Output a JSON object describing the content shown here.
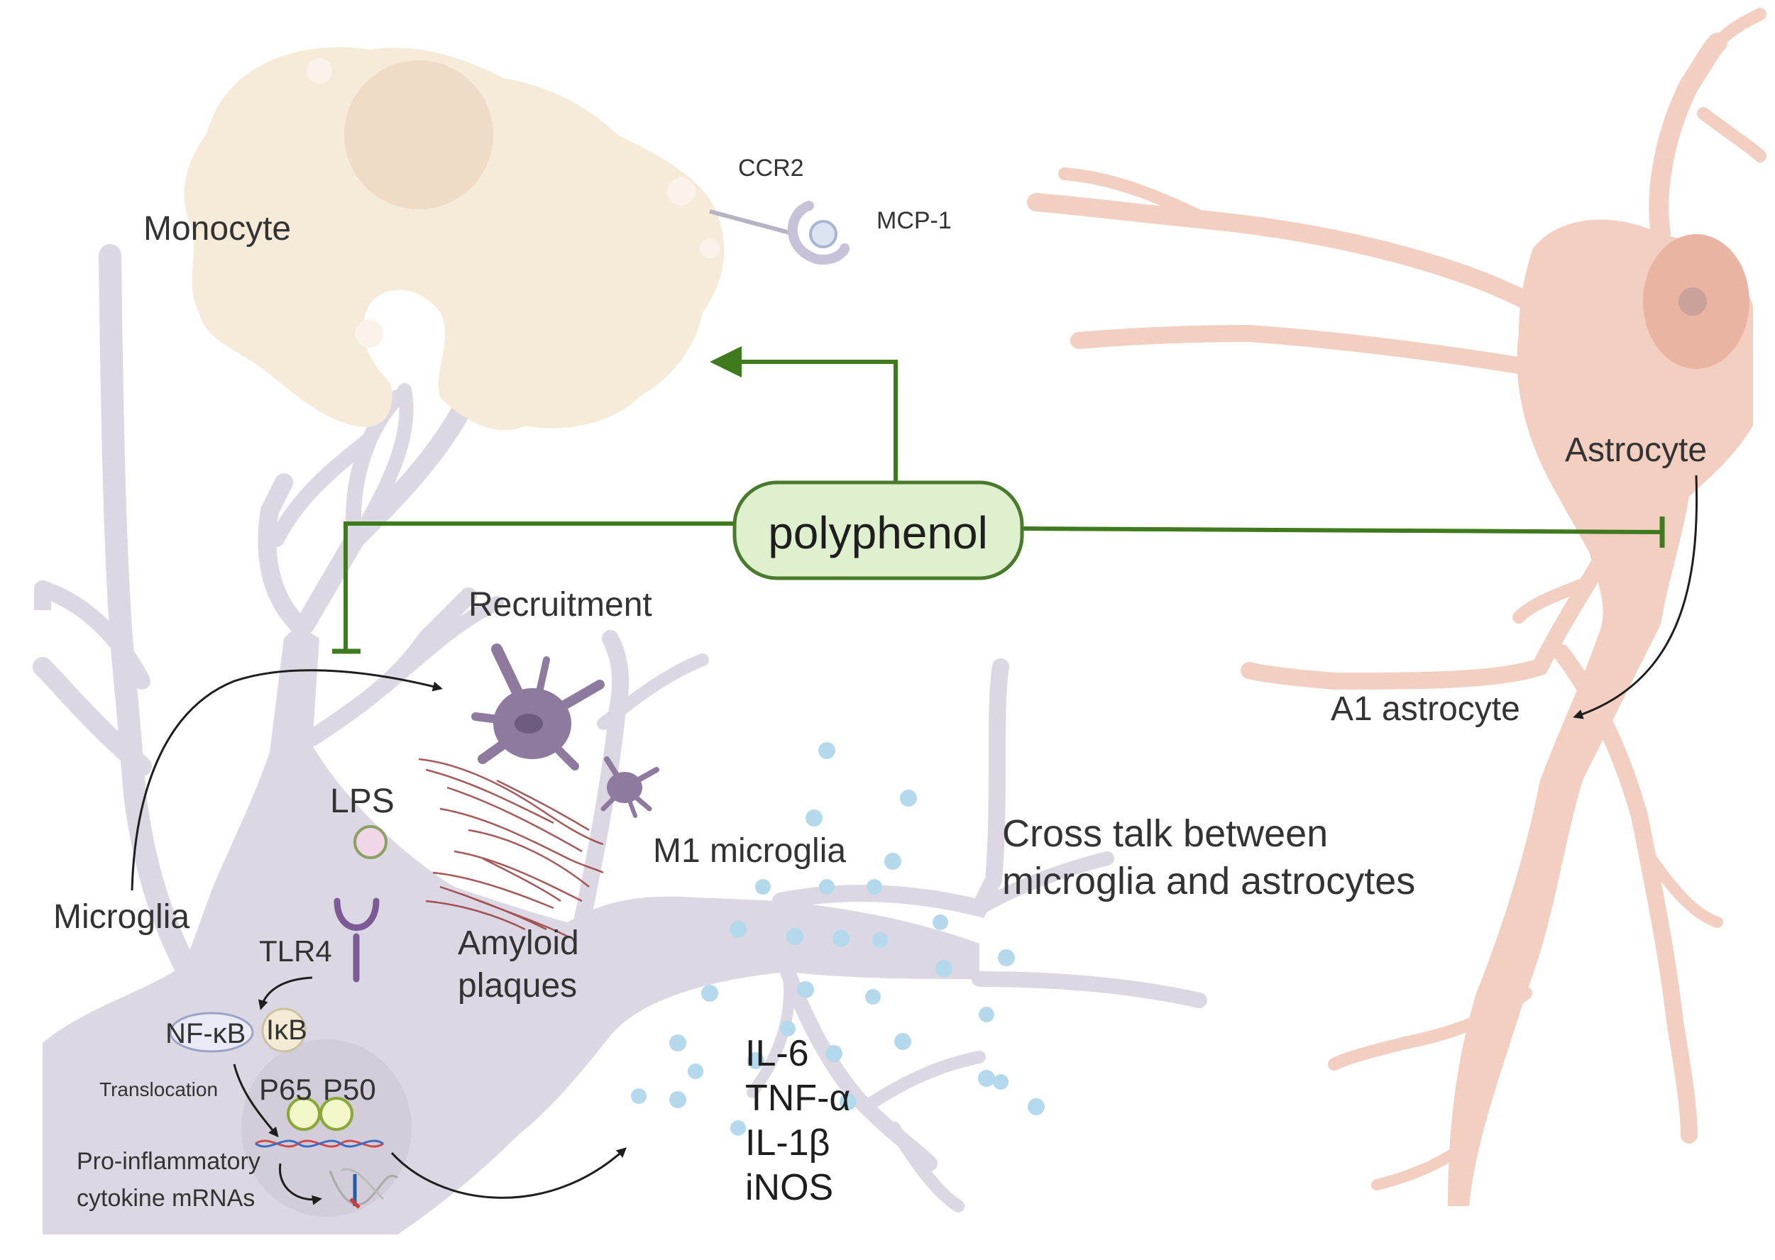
{
  "labels": {
    "monocyte": "Monocyte",
    "ccr2": "CCR2",
    "mcp1": "MCP-1",
    "astrocyte": "Astrocyte",
    "polyphenol": "polyphenol",
    "recruitment": "Recruitment",
    "a1_astrocyte": "A1 astrocyte",
    "lps": "LPS",
    "m1_microglia": "M1 microglia",
    "crosstalk_line1": "Cross talk between",
    "crosstalk_line2": "microglia and astrocytes",
    "microglia": "Microglia",
    "tlr4": "TLR4",
    "amyloid_line1": "Amyloid",
    "amyloid_line2": "plaques",
    "nfkb": "NF-κB",
    "ikb": "IκB",
    "translocation": "Translocation",
    "p65": "P65",
    "p50": "P50",
    "mrna_line1": "Pro-inflammatory",
    "mrna_line2": "cytokine mRNAs",
    "cytokines": [
      "IL-6",
      "TNF-α",
      "IL-1β",
      "iNOS"
    ]
  },
  "colors": {
    "polyphenol_fill": "#dff0cf",
    "polyphenol_stroke": "#4a7a2c",
    "green_arrow": "#3f7a1f",
    "microglia_body": "#dcd8e3",
    "monocyte_body": "#f6ead9",
    "astrocyte_body": "#f3cfc2",
    "m1_microglia": "#8e7a9e",
    "dots": "#b5d9ec",
    "amyloid": "#9a3b3b",
    "receptor": "#7b5a96"
  }
}
